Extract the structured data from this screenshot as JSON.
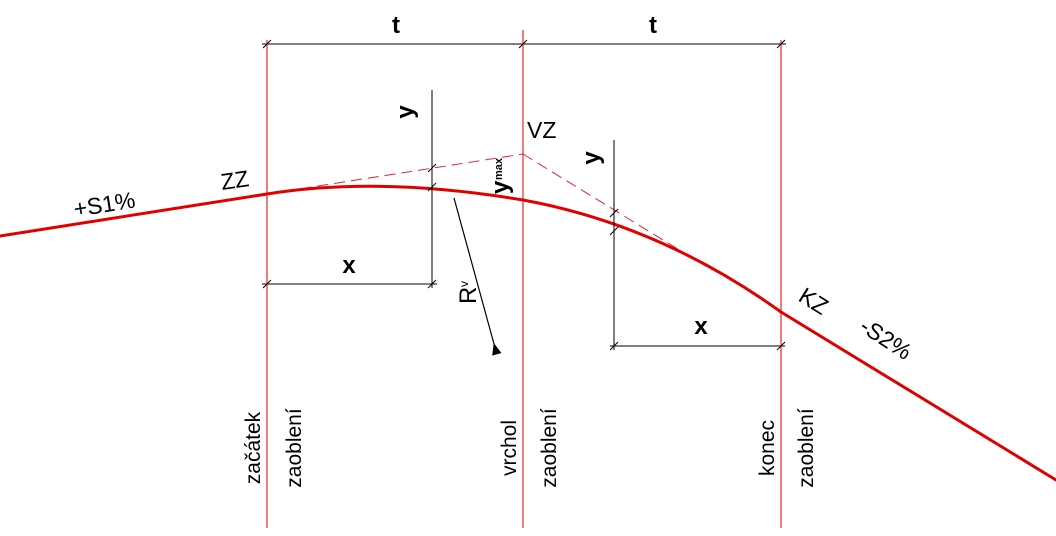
{
  "colors": {
    "curve": "#e00000",
    "guide": "#e8222a",
    "ink": "#000000",
    "background": "#ffffff"
  },
  "labels": {
    "t_left": "t",
    "t_right": "t",
    "x_left": "x",
    "x_right": "x",
    "y_left": "y",
    "y_right": "y",
    "ymax_base": "y",
    "ymax_sub": "max",
    "radius_base": "R",
    "radius_sub": "v",
    "zz": "ZZ",
    "vz": "VZ",
    "kz": "KZ",
    "grade_up": "+S1%",
    "grade_down": "-S2%",
    "start_1": "začátek",
    "start_2": "zaoblení",
    "vertex_1": "vrchol",
    "vertex_2": "zaoblení",
    "end_1": "konec",
    "end_2": "zaoblení"
  }
}
